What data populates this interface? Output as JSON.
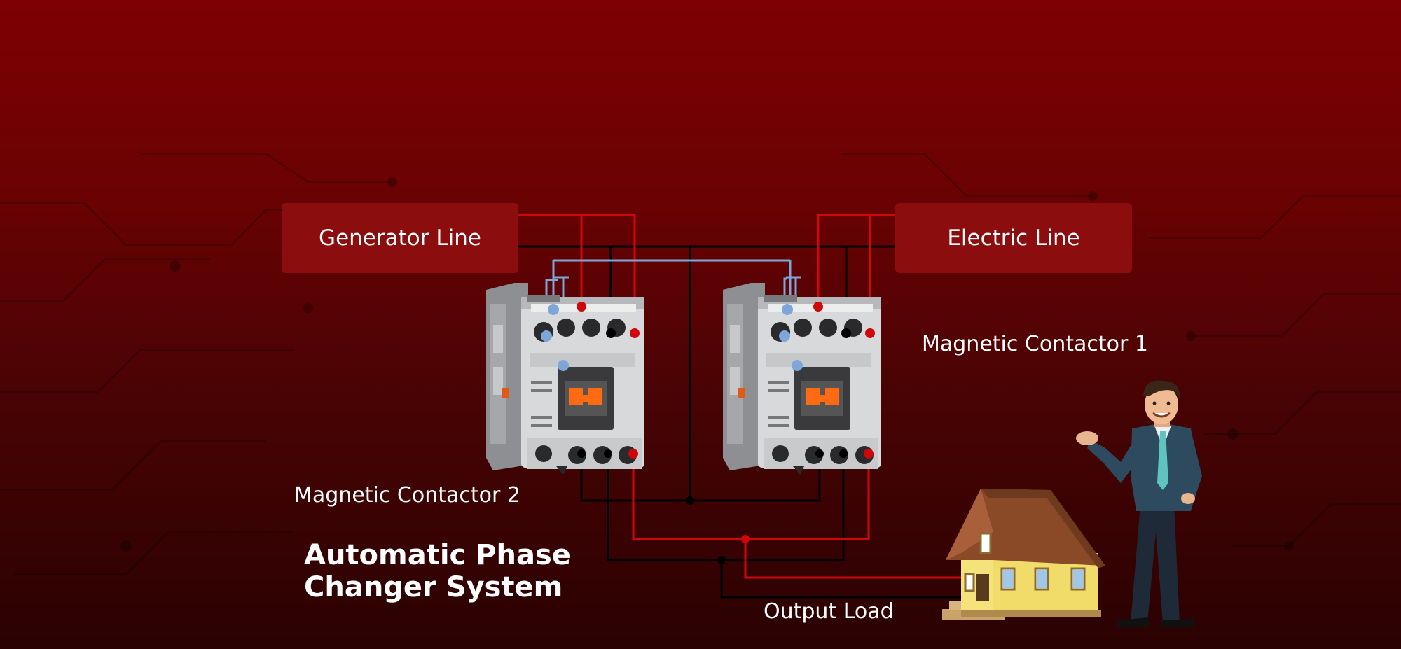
{
  "labels": {
    "generator_line": "Generator Line",
    "electric_line": "Electric Line",
    "contactor_1": "Magnetic Contactor 1",
    "contactor_2": "Magnetic Contactor 2",
    "output_load": "Output Load"
  },
  "title": {
    "line1": "Automatic Phase",
    "line2": "Changer System"
  },
  "colors": {
    "background_top": "#7e0003",
    "background_bottom": "#2a0202",
    "label_box": "#8c0d0d",
    "wire_red": "#d0070a",
    "wire_black": "#000000",
    "wire_blue": "#7ea6d8"
  },
  "icons": {
    "contactor": "magnetic-contactor-icon",
    "house": "house-icon",
    "presenter": "businessman-icon"
  }
}
